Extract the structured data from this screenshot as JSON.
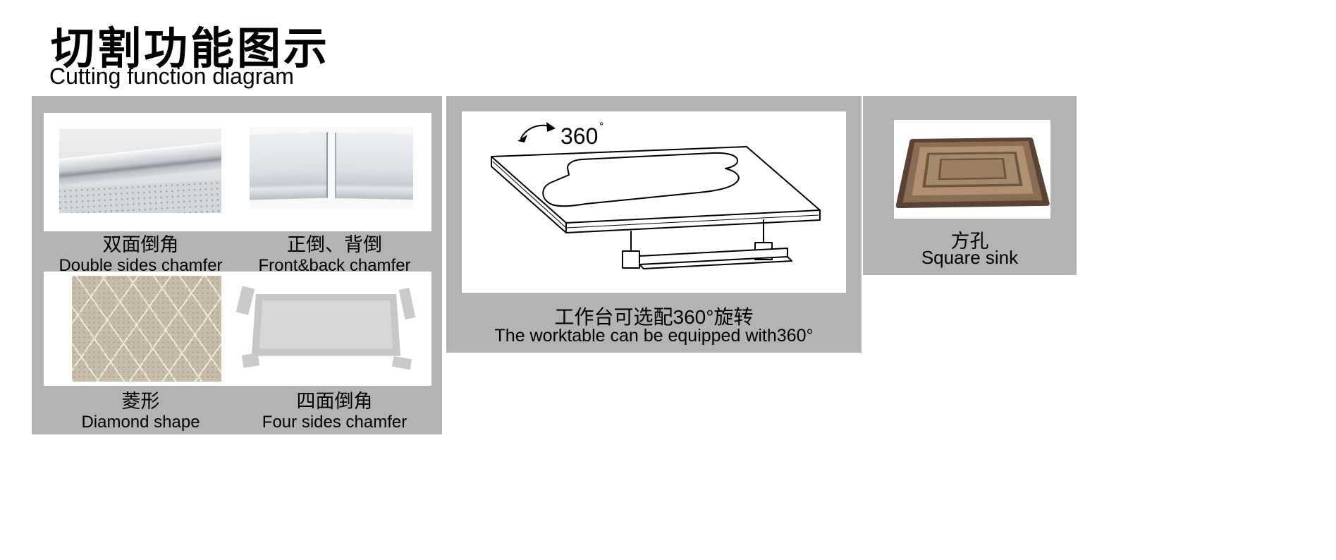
{
  "page": {
    "title_zh": "切割功能图示",
    "title_en": "Cutting function diagram"
  },
  "left_panel": {
    "items": [
      {
        "zh": "双面倒角",
        "en": "Double sides chamfer"
      },
      {
        "zh": "正倒、背倒",
        "en": "Front&back chamfer"
      },
      {
        "zh": "菱形",
        "en": "Diamond shape"
      },
      {
        "zh": "四面倒角",
        "en": "Four sides chamfer"
      }
    ]
  },
  "middle_panel": {
    "rotation_value": "360",
    "rotation_degree": "°",
    "caption_zh": "工作台可选配360°旋转",
    "caption_en": "The worktable can be equipped with360°"
  },
  "right_panel": {
    "label_zh": "方孔",
    "label_en": "Square sink"
  },
  "colors": {
    "panel_gray": "#b3b3b3",
    "photo_bg": "#ffffff",
    "line_black": "#000000",
    "sink_brown": "#8a6d53"
  }
}
